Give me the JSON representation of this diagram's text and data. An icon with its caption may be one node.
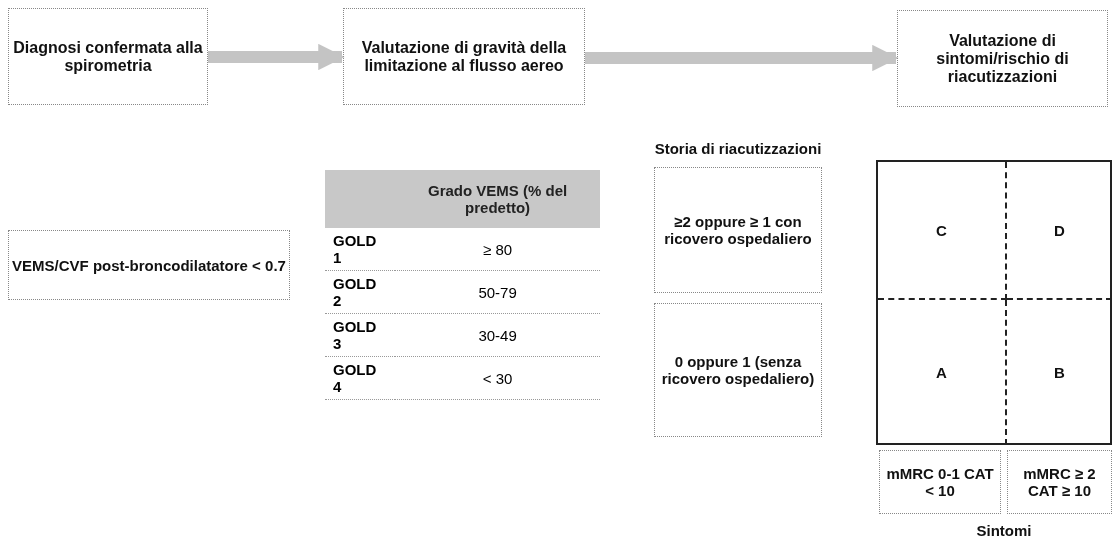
{
  "diagram": {
    "nodes": [
      {
        "text": [
          "Diagnosi confermata alla spirometria"
        ]
      },
      {
        "text": [
          "Valutazione di gravità della limitazione al flusso aereo"
        ]
      },
      {
        "text": [
          "Valutazione di sintomi/rischio di riacutizzazioni"
        ]
      },
      {
        "text": [
          "VEMS/CVF post-broncodilatatore < 0.7"
        ]
      },
      {
        "text": [
          "≥2 oppure ≥ 1 con ricovero ospedaliero"
        ]
      },
      {
        "text": [
          "0 oppure 1 (senza ricovero ospedaliero)"
        ]
      },
      {
        "text": [],
        "shape": "box"
      },
      {
        "text": [
          "C"
        ],
        "in": 6
      },
      {
        "text": [
          "D"
        ],
        "in": 6
      },
      {
        "text": [
          "A"
        ],
        "in": 6
      },
      {
        "text": [
          "B"
        ],
        "in": 6
      },
      {
        "text": [
          "mMRC 0-1 CAT < 10"
        ]
      },
      {
        "text": [
          "mMRC ≥ 2 CAT ≥ 10"
        ]
      }
    ],
    "edges": [
      {
        "from": 0,
        "to": 1,
        "arrow": "to"
      },
      {
        "from": 1,
        "to": 2,
        "arrow": "to"
      }
    ],
    "labels": [
      "Storia di riacutizzazioni",
      "Grado VEMS (% del predetto)",
      "GOLD 1",
      "≥ 80",
      "GOLD 2",
      "50-79",
      "GOLD 3",
      "30-49",
      "GOLD 4",
      "< 30",
      "Sintomi"
    ]
  }
}
